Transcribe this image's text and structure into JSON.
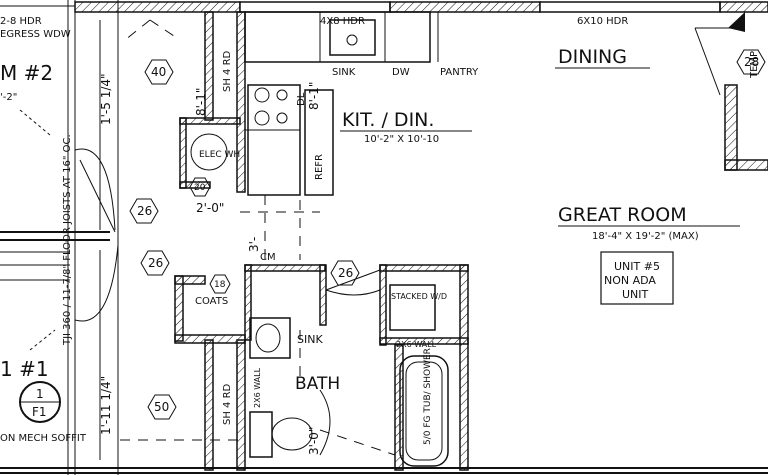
{
  "labels": {
    "hdr_left_top": "2-8 HDR",
    "hdr_left_sub": "EGRESS WDW",
    "room2": "M #2",
    "room2_dim": "'-2\"",
    "dim_1_5": "1'-5 1/4\"",
    "dim_1_11": "1'-11 1/4\"",
    "floor_joist": "TJI 360 / 11-7/8\" FLOOR JOISTS AT 16\" OC.",
    "room1": "1 #1",
    "mech_soffit": "ON MECH SOFFIT",
    "sh4rd_top": "SH 4 RD",
    "sh4rd_bot": "SH 4 RD",
    "dim_8_1": "8'-1\"",
    "dim_dl_8_1": "8'-1\"",
    "dl_abbr": "DL",
    "elec_wh": "ELEC WH",
    "dim_2_0": "2'-0\"",
    "dim_3": "3'-",
    "dim_3_0": "3'-0\"",
    "coats": "COATS",
    "hdr_4x8": "4X8 HDR",
    "sink_kit": "SINK",
    "dw": "DW",
    "pantry": "PANTRY",
    "kit_din": "KIT. / DIN.",
    "kit_din_dim": "10'-2\" X 10'-10",
    "refr": "REFR",
    "hdr_6x10": "6X10 HDR",
    "dining": "DINING",
    "temp": "TEMP",
    "great_room": "GREAT ROOM",
    "great_room_dim": "18'-4\" X 19'-2\" (MAX)",
    "unit_line1": "UNIT #5",
    "unit_line2": "NON ADA",
    "unit_line3": "UNIT",
    "stacked_wd": "STACKED W/D",
    "wall_2x6_h": "2X6 WALL",
    "wall_2x6_v": "2X6 WALL",
    "tub_shower": "5/0 FG TUB/ SHOWER",
    "sink_bath": "SINK",
    "bath": "BATH",
    "cm_abbr": "CM",
    "f1_num": "1",
    "f1_code": "F1"
  },
  "tags": {
    "t40": "40",
    "t26a": "26",
    "t26b": "26",
    "t26c": "26",
    "t20": "20",
    "t18": "18",
    "t28": "28",
    "t50": "50"
  }
}
